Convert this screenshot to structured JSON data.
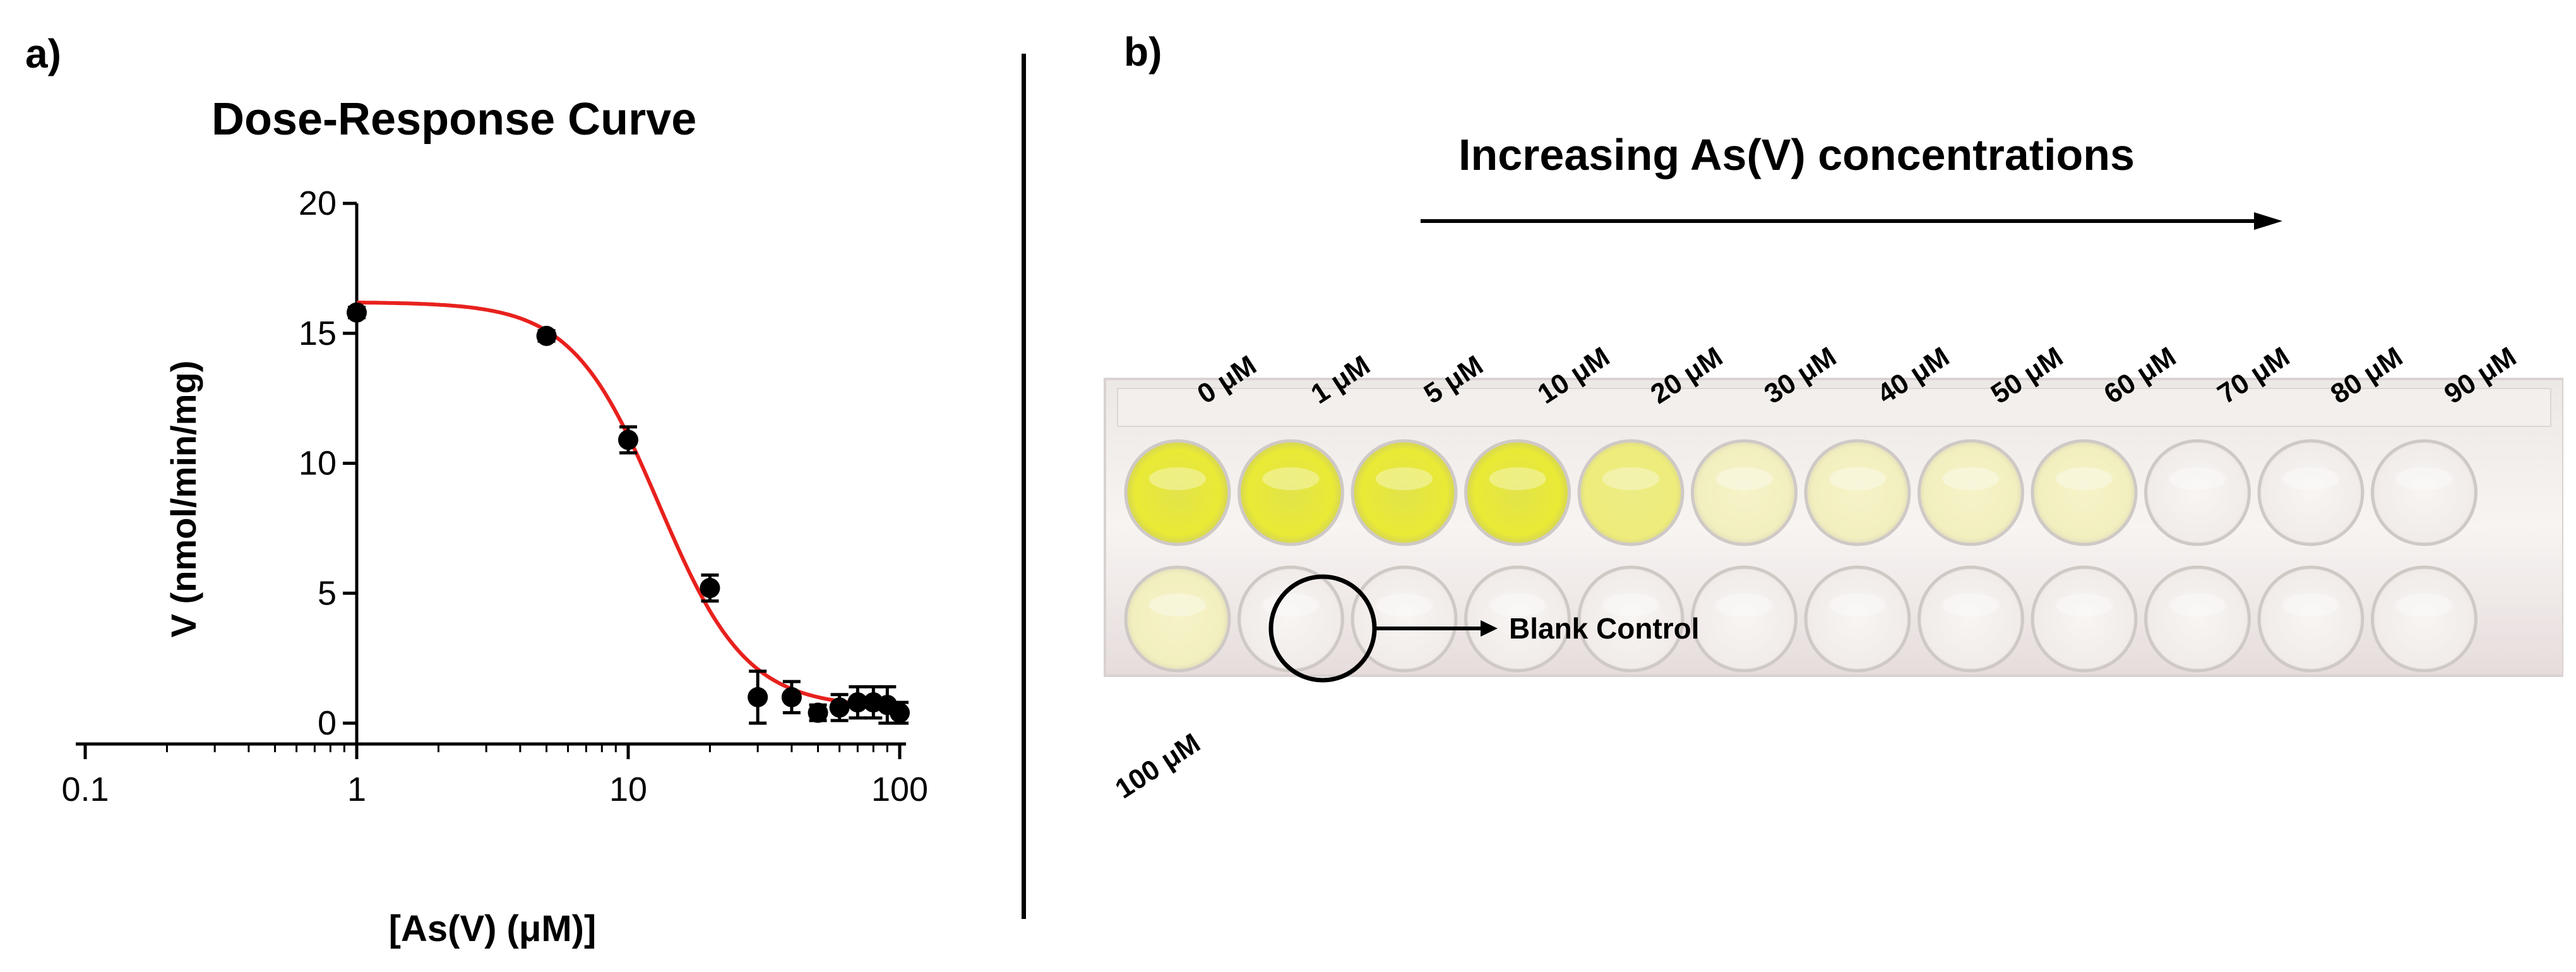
{
  "panel_a": {
    "label": "a)"
  },
  "panel_b": {
    "label": "b)",
    "heading": "Increasing As(V) concentrations",
    "well_labels": [
      "0 μM",
      "1 μM",
      "5 μM",
      "10 μM",
      "20 μM",
      "30 μM",
      "40 μM",
      "50 μM",
      "60 μM",
      "70 μM",
      "80 μM",
      "90 μM"
    ],
    "bottom_label": "100 μM",
    "annotation": "Blank Control",
    "colors": {
      "yellow_strong": "#e8ea2a",
      "yellow_light": "#f3f1b5",
      "plate": "#f6f2ef"
    }
  },
  "chart_data": {
    "type": "scatter",
    "title": "Dose-Response Curve",
    "xlabel": "[As(V) (μM)]",
    "ylabel": "V (nmol/min/mg)",
    "xscale": "log",
    "xlim": [
      0.1,
      100
    ],
    "ylim": [
      -1,
      20
    ],
    "xticks": [
      0.1,
      1,
      10,
      100
    ],
    "xtick_labels": [
      "0.1",
      "1",
      "10",
      "100"
    ],
    "yticks": [
      0,
      5,
      10,
      15,
      20
    ],
    "ytick_labels": [
      "0",
      "5",
      "10",
      "15",
      "20"
    ],
    "grid": false,
    "series": [
      {
        "points": [
          {
            "x": 1,
            "y": 15.8,
            "err": 0.2
          },
          {
            "x": 5,
            "y": 14.9,
            "err": 0.2
          },
          {
            "x": 10,
            "y": 10.9,
            "err": 0.5
          },
          {
            "x": 20,
            "y": 5.2,
            "err": 0.5
          },
          {
            "x": 30,
            "y": 1.0,
            "err": 1.0
          },
          {
            "x": 40,
            "y": 1.0,
            "err": 0.6
          },
          {
            "x": 50,
            "y": 0.4,
            "err": 0.3
          },
          {
            "x": 60,
            "y": 0.6,
            "err": 0.5
          },
          {
            "x": 70,
            "y": 0.8,
            "err": 0.6
          },
          {
            "x": 80,
            "y": 0.8,
            "err": 0.6
          },
          {
            "x": 90,
            "y": 0.7,
            "err": 0.7
          },
          {
            "x": 100,
            "y": 0.4,
            "err": 0.4
          }
        ],
        "color": "#000000"
      }
    ],
    "fit": {
      "model": "sigmoid (log inhibitor vs response)",
      "top": 16.2,
      "bottom": 0.6,
      "ic50": 13.0,
      "hill": 2.7,
      "color": "#e8211d"
    }
  }
}
